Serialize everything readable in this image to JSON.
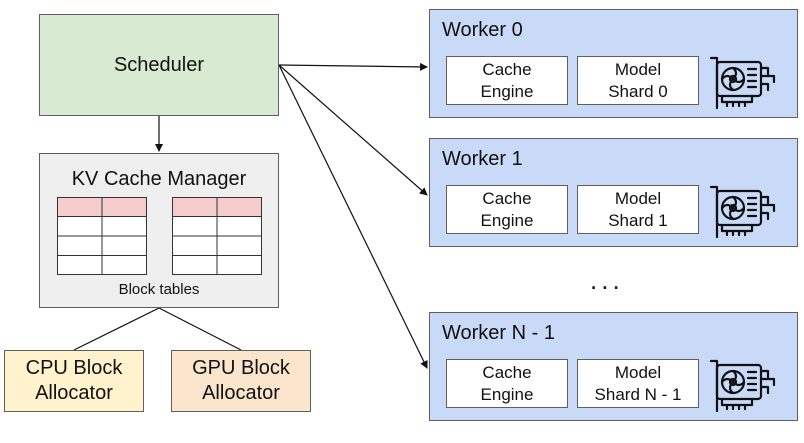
{
  "scheduler": {
    "label": "Scheduler"
  },
  "kv_cache_manager": {
    "title": "KV Cache Manager",
    "caption": "Block tables"
  },
  "allocators": {
    "cpu": [
      "CPU Block",
      "Allocator"
    ],
    "gpu": [
      "GPU Block",
      "Allocator"
    ]
  },
  "workers": [
    {
      "title": "Worker 0",
      "cache": [
        "Cache",
        "Engine"
      ],
      "shard": [
        "Model",
        "Shard 0"
      ]
    },
    {
      "title": "Worker 1",
      "cache": [
        "Cache",
        "Engine"
      ],
      "shard": [
        "Model",
        "Shard 1"
      ]
    },
    {
      "title": "Worker N - 1",
      "cache": [
        "Cache",
        "Engine"
      ],
      "shard": [
        "Model",
        "Shard N - 1"
      ]
    }
  ],
  "ellipsis": "...",
  "colors": {
    "scheduler_fill": "#d9ead3",
    "kv_fill": "#efefef",
    "table_header": "#f4cccc",
    "cpu_fill": "#fff2cc",
    "gpu_fill": "#fce5cd",
    "worker_fill": "#c9daf8"
  },
  "icons": {
    "worker_device": "gpu-card-icon"
  }
}
